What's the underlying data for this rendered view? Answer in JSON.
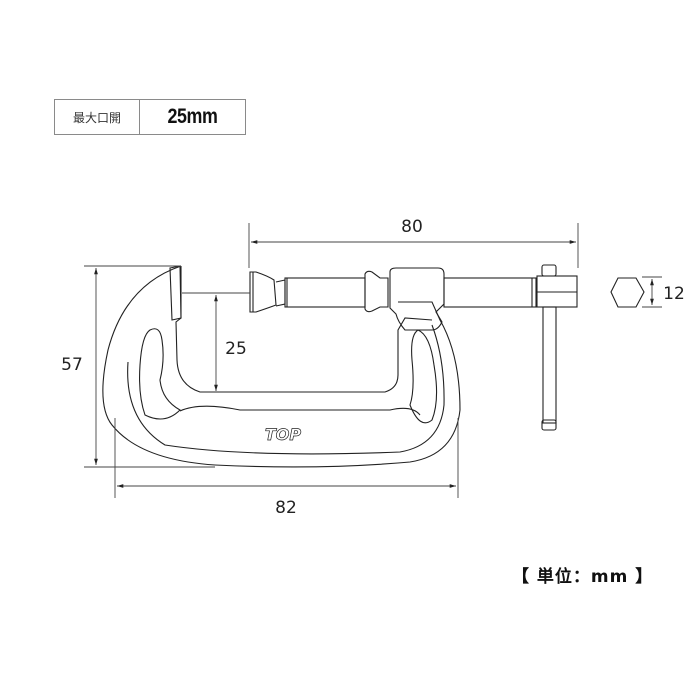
{
  "spec_table": {
    "label": "最大口開",
    "value": "25mm"
  },
  "unit_note": "【 単位：mm 】",
  "dimensions": {
    "overall_screw_length": "80",
    "jaw_opening": "25",
    "frame_height": "57",
    "frame_width": "82",
    "hex_across_flats": "12"
  },
  "logo": "TOP",
  "colors": {
    "line": "#222222",
    "border": "#8a8a8a",
    "background": "#ffffff"
  }
}
